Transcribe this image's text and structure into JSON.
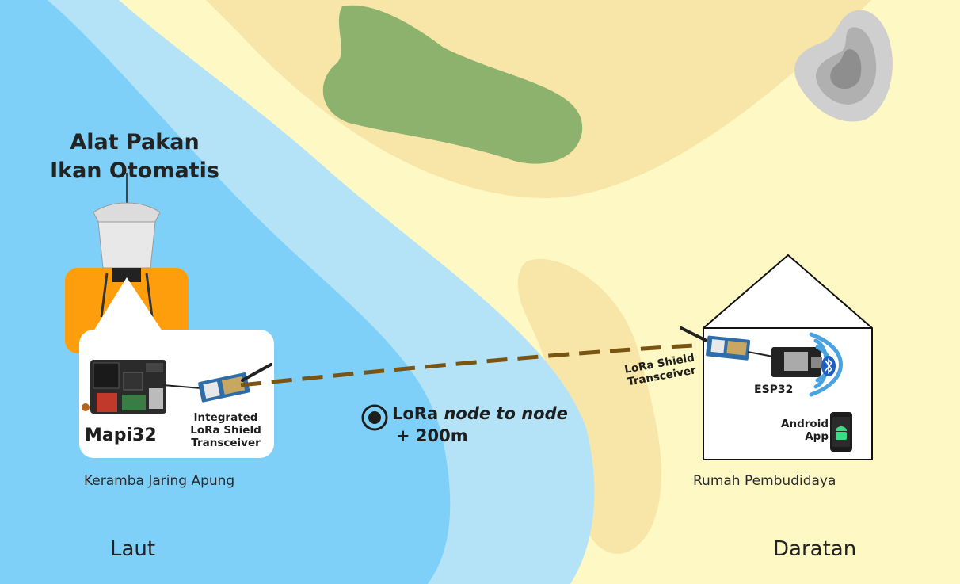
{
  "title": {
    "line1": "Alat Pakan",
    "line2": "Ikan Otomatis"
  },
  "sender": {
    "board": "Mapi32",
    "radio_line1": "Integrated",
    "radio_line2": "LoRa Shield",
    "radio_line3": "Transceiver",
    "caption": "Keramba Jaring Apung"
  },
  "link": {
    "label_bold": "LoRa",
    "label_italic": "node to node",
    "distance": "+ 200m",
    "line_color": "#7a5412"
  },
  "receiver": {
    "radio_line1": "LoRa Shield",
    "radio_line2": "Transceiver",
    "board": "ESP32",
    "app_line1": "Android",
    "app_line2": "App",
    "caption": "Rumah Pembudidaya"
  },
  "regions": {
    "sea": "Laut",
    "land": "Daratan"
  },
  "colors": {
    "deep_sea": "#7fd0f8",
    "shallow_sea": "#b4e3f8",
    "sand": "#f7e6a8",
    "land": "#fdf8c4",
    "forest": "#8cb26e",
    "hopper_frame": "#ff9e0c"
  },
  "icons": [
    "bluetooth-icon",
    "android-icon",
    "target-icon",
    "antenna-icon"
  ]
}
